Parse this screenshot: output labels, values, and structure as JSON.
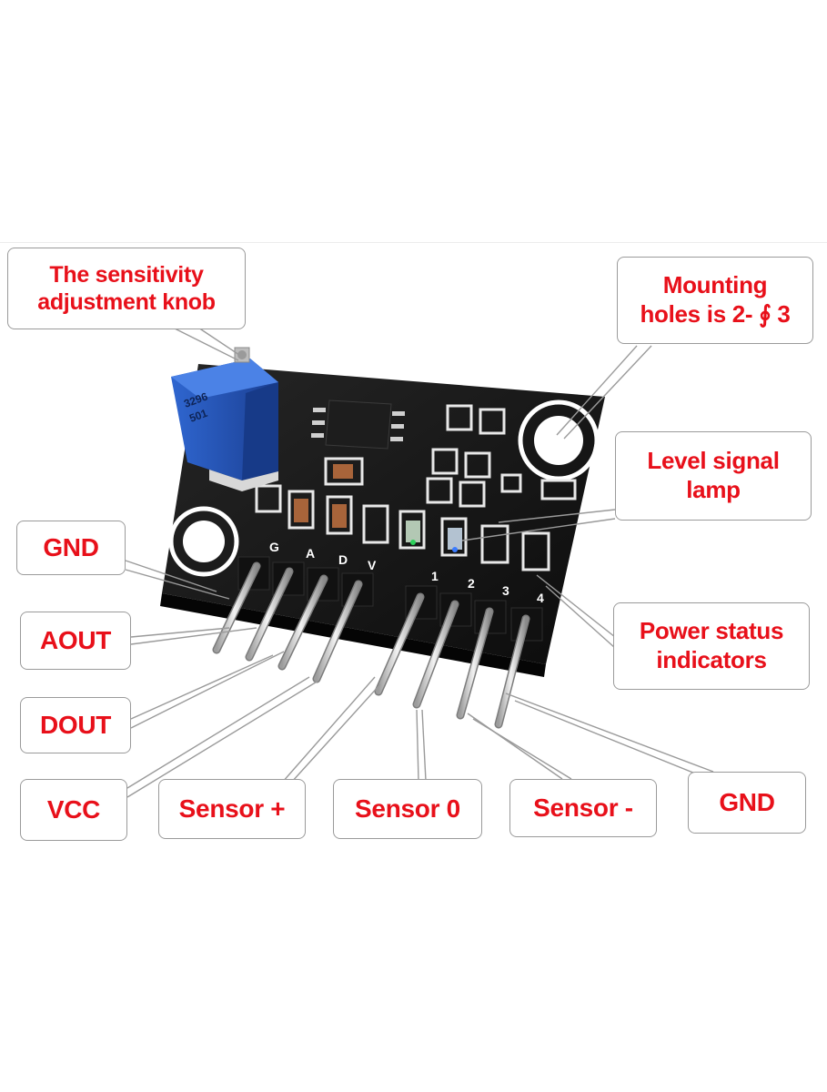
{
  "colors": {
    "label_text": "#e8101a",
    "board": "#151515",
    "potentiometer": "#2456b8",
    "pin": "#c9c9c9",
    "leader_line": "#9a9a9a"
  },
  "labels": {
    "sensitivity_knob": {
      "line1": "The sensitivity",
      "line2": "adjustment knob"
    },
    "mounting_holes": {
      "line1": "Mounting",
      "line2": "holes is 2- ∮ 3"
    },
    "level_signal_lamp": {
      "line1": "Level signal",
      "line2": "lamp"
    },
    "power_status": {
      "line1": "Power status",
      "line2": "indicators"
    },
    "gnd_left": "GND",
    "aout": "AOUT",
    "dout": "DOUT",
    "vcc": "VCC",
    "sensor_plus": "Sensor +",
    "sensor_zero": "Sensor 0",
    "sensor_minus": "Sensor -",
    "gnd_right": "GND"
  },
  "pcb_silkscreen": {
    "pin_g": "G",
    "pin_a": "A",
    "pin_d": "D",
    "pin_v": "V",
    "pin_1": "1",
    "pin_2": "2",
    "pin_3": "3",
    "pin_4": "4",
    "pot_marking_1": "3296",
    "pot_marking_2": "501"
  },
  "icons": [
    "potentiometer-icon",
    "chip-icon",
    "mounting-hole-icon",
    "led-icon",
    "header-pin-icon"
  ]
}
